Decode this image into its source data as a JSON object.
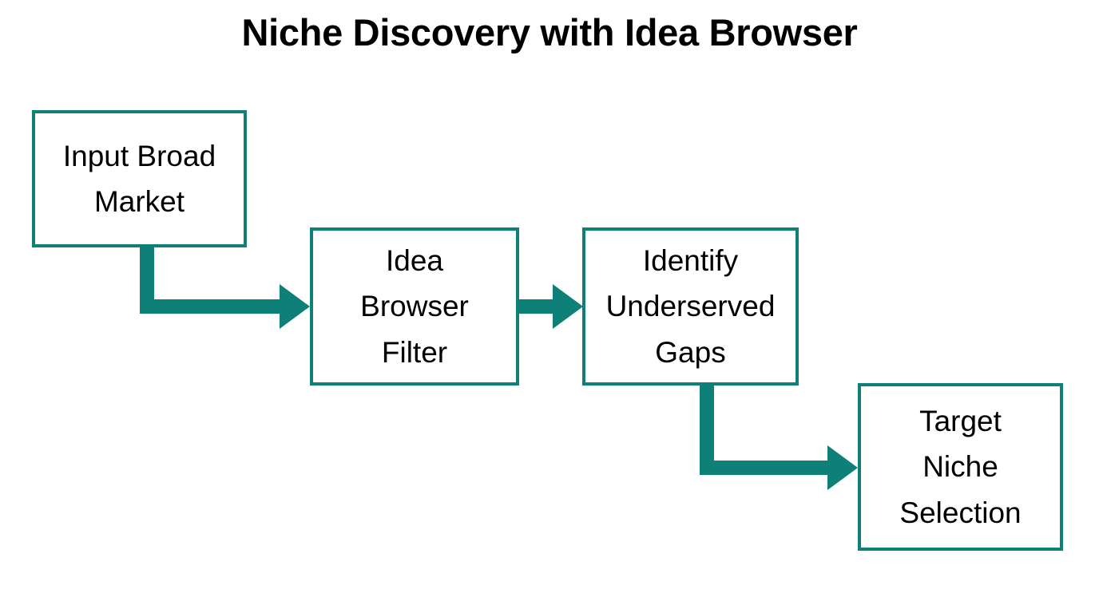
{
  "title": "Niche Discovery with Idea Browser",
  "theme": {
    "accent": "#0f8078",
    "node_fill": "#ffffff",
    "text": "#000000",
    "background": "#ffffff"
  },
  "diagram": {
    "type": "flowchart",
    "orientation": "left-to-right stepped",
    "nodes": [
      {
        "id": "input-broad-market",
        "label": "Input Broad\nMarket",
        "order": 1
      },
      {
        "id": "idea-browser-filter",
        "label": "Idea\nBrowser\nFilter",
        "order": 2
      },
      {
        "id": "identify-gaps",
        "label": "Identify\nUnderserved\nGaps",
        "order": 3
      },
      {
        "id": "target-niche",
        "label": "Target\nNiche\nSelection",
        "order": 4
      }
    ],
    "connectors": [
      {
        "id": "arrow-1",
        "from": "input-broad-market",
        "to": "idea-browser-filter",
        "style": "elbow-down-right",
        "label": ""
      },
      {
        "id": "arrow-2",
        "from": "idea-browser-filter",
        "to": "identify-gaps",
        "style": "straight-right",
        "label": ""
      },
      {
        "id": "arrow-3",
        "from": "identify-gaps",
        "to": "target-niche",
        "style": "elbow-down-right",
        "label": ""
      }
    ]
  }
}
